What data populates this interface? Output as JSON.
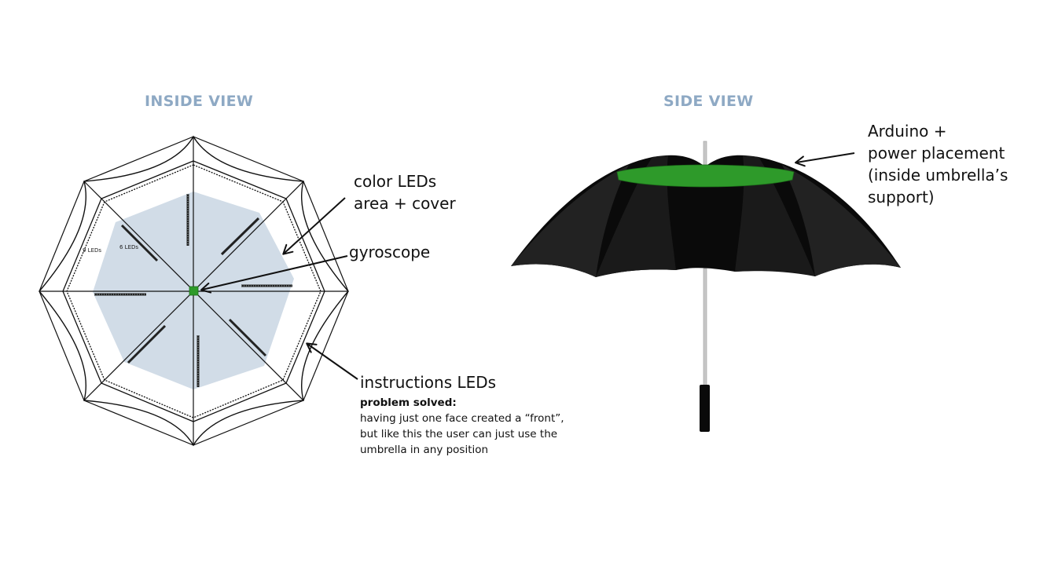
{
  "titles": {
    "inside_view": "INSIDE VIEW",
    "side_view": "SIDE VIEW"
  },
  "inside_labels": {
    "nine_leds": "9 LEDs",
    "six_leds": "6 LEDs"
  },
  "callouts": {
    "color_leds": [
      "color LEDs",
      "area + cover"
    ],
    "gyroscope": "gyroscope",
    "instructions_leds": "instructions LEDs",
    "arduino": [
      "Arduino +",
      "power placement",
      "(inside umbrella’s",
      "support)"
    ]
  },
  "problem": {
    "title": "problem solved:",
    "text": "having just one face created a “front”, but like this the user can just use the umbrella in any position"
  },
  "colors": {
    "title": "#8ea9c4",
    "led_area": "#d1dce7",
    "accent_green": "#2e9a2a",
    "canopy": "#0a0a0a",
    "line": "#111111"
  }
}
